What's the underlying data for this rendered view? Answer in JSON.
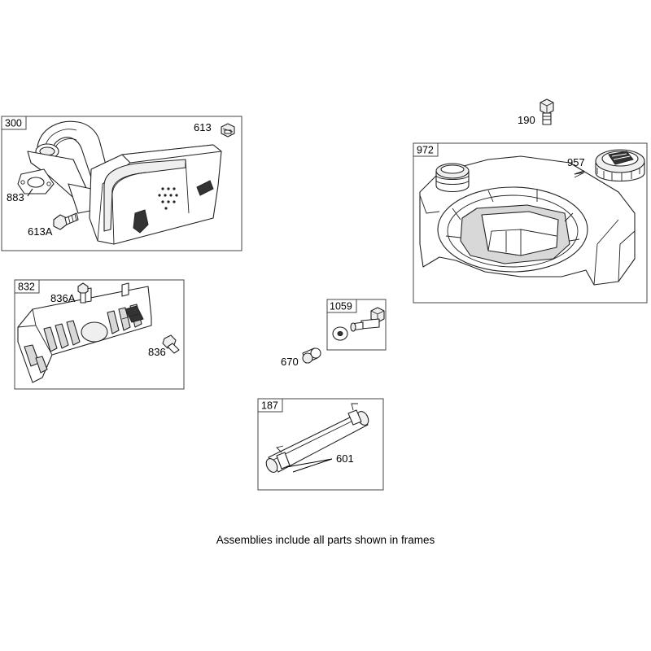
{
  "assemblies": [
    {
      "id": "300",
      "items": [
        "613",
        "883",
        "613A"
      ]
    },
    {
      "id": "972",
      "items": [
        "957"
      ]
    },
    {
      "id": "832",
      "items": [
        "836A",
        "836"
      ]
    },
    {
      "id": "1059",
      "items": []
    },
    {
      "id": "187",
      "items": [
        "601"
      ]
    }
  ],
  "loose_parts": [
    "190",
    "670"
  ],
  "labels": {
    "frame_300": "300",
    "p613": "613",
    "p883": "883",
    "p613A": "613A",
    "p190": "190",
    "frame_972": "972",
    "p957": "957",
    "frame_832": "832",
    "p836A": "836A",
    "p836": "836",
    "frame_1059": "1059",
    "p670": "670",
    "frame_187": "187",
    "p601": "601"
  },
  "footer_note": "Assemblies include all parts shown in frames"
}
